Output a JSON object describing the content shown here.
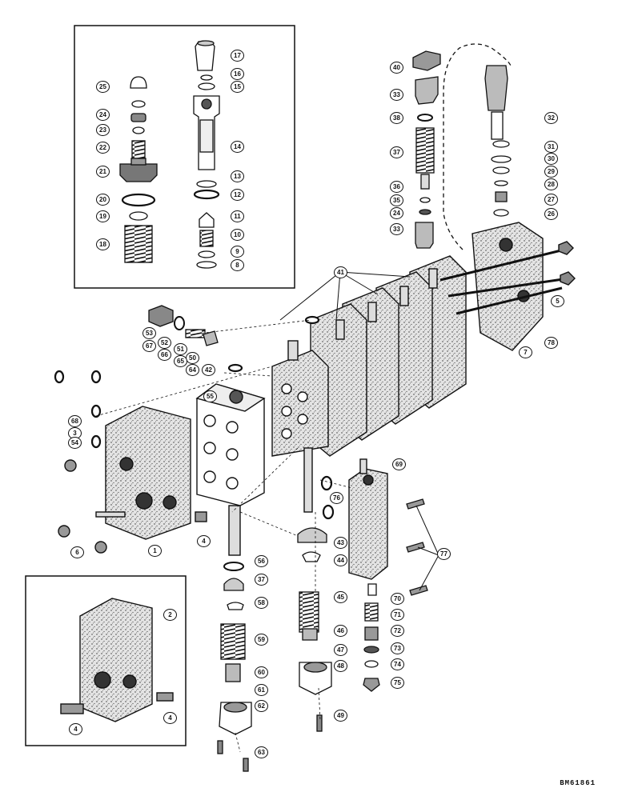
{
  "figure": {
    "document_number": "BM61861",
    "parts": [
      {
        "id": "p1",
        "label": "1"
      },
      {
        "id": "p2",
        "label": "2"
      },
      {
        "id": "p3",
        "label": "3"
      },
      {
        "id": "p4a",
        "label": "4"
      },
      {
        "id": "p4b",
        "label": "4"
      },
      {
        "id": "p4c",
        "label": "4"
      },
      {
        "id": "p5",
        "label": "5"
      },
      {
        "id": "p6",
        "label": "6"
      },
      {
        "id": "p7",
        "label": "7"
      },
      {
        "id": "p8",
        "label": "8"
      },
      {
        "id": "p9",
        "label": "9"
      },
      {
        "id": "p10",
        "label": "10"
      },
      {
        "id": "p11",
        "label": "11"
      },
      {
        "id": "p12",
        "label": "12"
      },
      {
        "id": "p13",
        "label": "13"
      },
      {
        "id": "p14",
        "label": "14"
      },
      {
        "id": "p15",
        "label": "15"
      },
      {
        "id": "p16",
        "label": "16"
      },
      {
        "id": "p17",
        "label": "17"
      },
      {
        "id": "p18",
        "label": "18"
      },
      {
        "id": "p19",
        "label": "19"
      },
      {
        "id": "p20",
        "label": "20"
      },
      {
        "id": "p21",
        "label": "21"
      },
      {
        "id": "p22",
        "label": "22"
      },
      {
        "id": "p23",
        "label": "23"
      },
      {
        "id": "p24a",
        "label": "24"
      },
      {
        "id": "p24b",
        "label": "24"
      },
      {
        "id": "p25",
        "label": "25"
      },
      {
        "id": "p26",
        "label": "26"
      },
      {
        "id": "p27",
        "label": "27"
      },
      {
        "id": "p28",
        "label": "28"
      },
      {
        "id": "p29",
        "label": "29"
      },
      {
        "id": "p30",
        "label": "30"
      },
      {
        "id": "p31",
        "label": "31"
      },
      {
        "id": "p32",
        "label": "32"
      },
      {
        "id": "p33a",
        "label": "33"
      },
      {
        "id": "p33b",
        "label": "33"
      },
      {
        "id": "p35",
        "label": "35"
      },
      {
        "id": "p36",
        "label": "36"
      },
      {
        "id": "p37a",
        "label": "37"
      },
      {
        "id": "p37b",
        "label": "37"
      },
      {
        "id": "p38",
        "label": "38"
      },
      {
        "id": "p40",
        "label": "40"
      },
      {
        "id": "p41",
        "label": "41"
      },
      {
        "id": "p42",
        "label": "42"
      },
      {
        "id": "p43",
        "label": "43"
      },
      {
        "id": "p44",
        "label": "44"
      },
      {
        "id": "p45",
        "label": "45"
      },
      {
        "id": "p46",
        "label": "46"
      },
      {
        "id": "p47",
        "label": "47"
      },
      {
        "id": "p48",
        "label": "48"
      },
      {
        "id": "p49",
        "label": "49"
      },
      {
        "id": "p50",
        "label": "50"
      },
      {
        "id": "p51",
        "label": "51"
      },
      {
        "id": "p52",
        "label": "52"
      },
      {
        "id": "p53",
        "label": "53"
      },
      {
        "id": "p54",
        "label": "54"
      },
      {
        "id": "p55",
        "label": "55"
      },
      {
        "id": "p56",
        "label": "56"
      },
      {
        "id": "p58",
        "label": "58"
      },
      {
        "id": "p59",
        "label": "59"
      },
      {
        "id": "p60",
        "label": "60"
      },
      {
        "id": "p61",
        "label": "61"
      },
      {
        "id": "p62",
        "label": "62"
      },
      {
        "id": "p63",
        "label": "63"
      },
      {
        "id": "p64",
        "label": "64"
      },
      {
        "id": "p65",
        "label": "65"
      },
      {
        "id": "p66",
        "label": "66"
      },
      {
        "id": "p67",
        "label": "67"
      },
      {
        "id": "p68",
        "label": "68"
      },
      {
        "id": "p69",
        "label": "69"
      },
      {
        "id": "p70",
        "label": "70"
      },
      {
        "id": "p71",
        "label": "71"
      },
      {
        "id": "p72",
        "label": "72"
      },
      {
        "id": "p73",
        "label": "73"
      },
      {
        "id": "p74",
        "label": "74"
      },
      {
        "id": "p75",
        "label": "75"
      },
      {
        "id": "p76",
        "label": "76"
      },
      {
        "id": "p77",
        "label": "77"
      },
      {
        "id": "p78",
        "label": "78"
      }
    ]
  },
  "colors": {
    "ink": "#111111",
    "casting_fill": "#d8d8d8",
    "paper": "#ffffff"
  }
}
